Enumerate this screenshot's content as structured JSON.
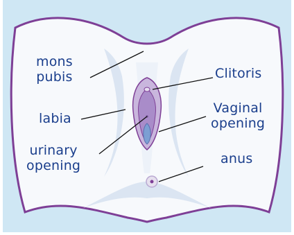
{
  "diagram": {
    "labels": {
      "mons_pubis": [
        "mons",
        "pubis"
      ],
      "labia": "labia",
      "urinary_opening": [
        "urinary",
        "opening"
      ],
      "clitoris": "Clitoris",
      "vaginal_opening": [
        "Vaginal",
        "opening"
      ],
      "anus": "anus"
    },
    "colors": {
      "background": "#cfe7f4",
      "body_fill": "#f7f9fc",
      "body_outline": "#7e3f96",
      "shadow": "#dbe5f2",
      "labia_fill": "#c9b6dd",
      "labia_inner": "#a98cc9",
      "opening_fill": "#7c9fd3",
      "label_text": "#1a3e8c",
      "leader_line": "#111111"
    }
  }
}
